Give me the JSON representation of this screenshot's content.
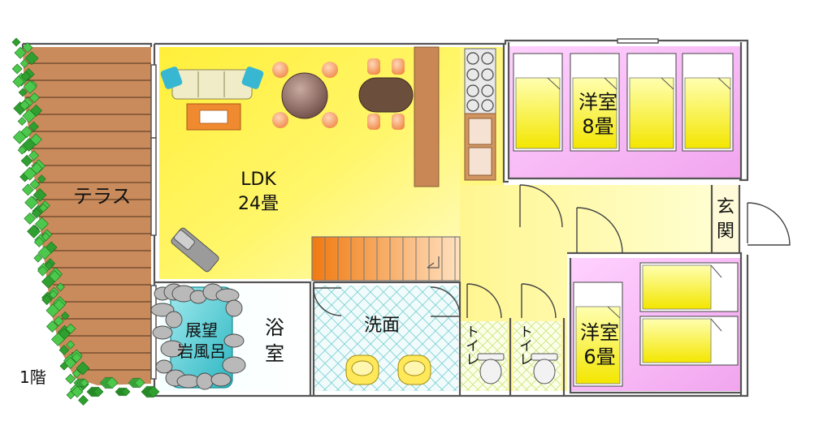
{
  "rooms": {
    "terrace": "テラス",
    "ldk_name": "LDK",
    "ldk_size": "24畳",
    "western_8_name": "洋室",
    "western_8_size": "8畳",
    "entrance_line1": "玄",
    "entrance_line2": "関",
    "western_6_name": "洋室",
    "western_6_size": "6畳",
    "rock_bath_line1": "展望",
    "rock_bath_line2": "岩風呂",
    "bathroom_line1": "浴",
    "bathroom_line2": "室",
    "washroom": "洗面",
    "toilet_1": "トイレ",
    "toilet_2": "トイレ"
  },
  "floor_label": "1階",
  "colors": {
    "ldk_floor": "#fff176",
    "hall_floor": "#ffffc4",
    "bedroom_floor": "#f6b8f4",
    "terrace_wood": "#c98b5c",
    "bath_water": "#5ccfd8",
    "rocks": "#b9b9b9",
    "greenery": "#3fb83f",
    "bed": "#ffff00",
    "wall": "#555555"
  }
}
